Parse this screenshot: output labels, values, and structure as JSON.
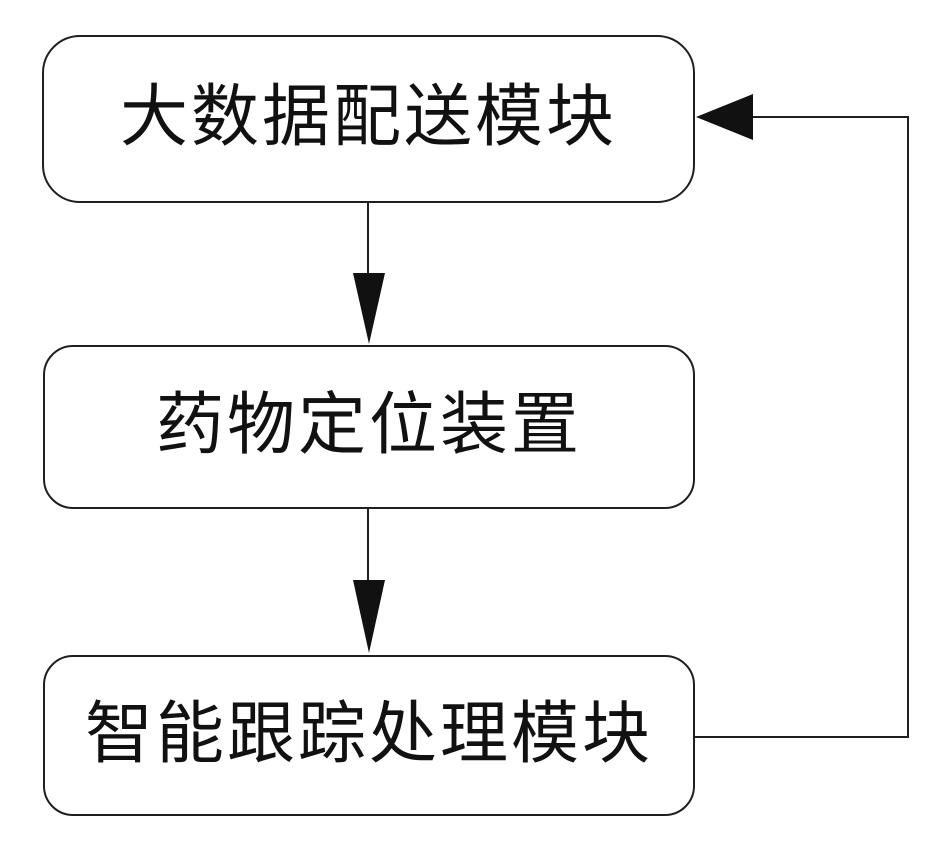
{
  "diagram": {
    "type": "flowchart",
    "background_color": "#ffffff",
    "line_color": "#1f1f1f",
    "text_color": "#111111",
    "nodes": [
      {
        "id": "big-data-delivery-module",
        "label": "大数据配送模块"
      },
      {
        "id": "drug-positioning-device",
        "label": "药物定位装置"
      },
      {
        "id": "intelligent-tracking-processing-module",
        "label": "智能跟踪处理模块"
      }
    ],
    "edges": [
      {
        "from": "big-data-delivery-module",
        "to": "drug-positioning-device",
        "style": "straight-down-arrow"
      },
      {
        "from": "drug-positioning-device",
        "to": "intelligent-tracking-processing-module",
        "style": "straight-down-arrow"
      },
      {
        "from": "intelligent-tracking-processing-module",
        "to": "big-data-delivery-module",
        "style": "feedback-right-up-left-arrow"
      }
    ]
  }
}
